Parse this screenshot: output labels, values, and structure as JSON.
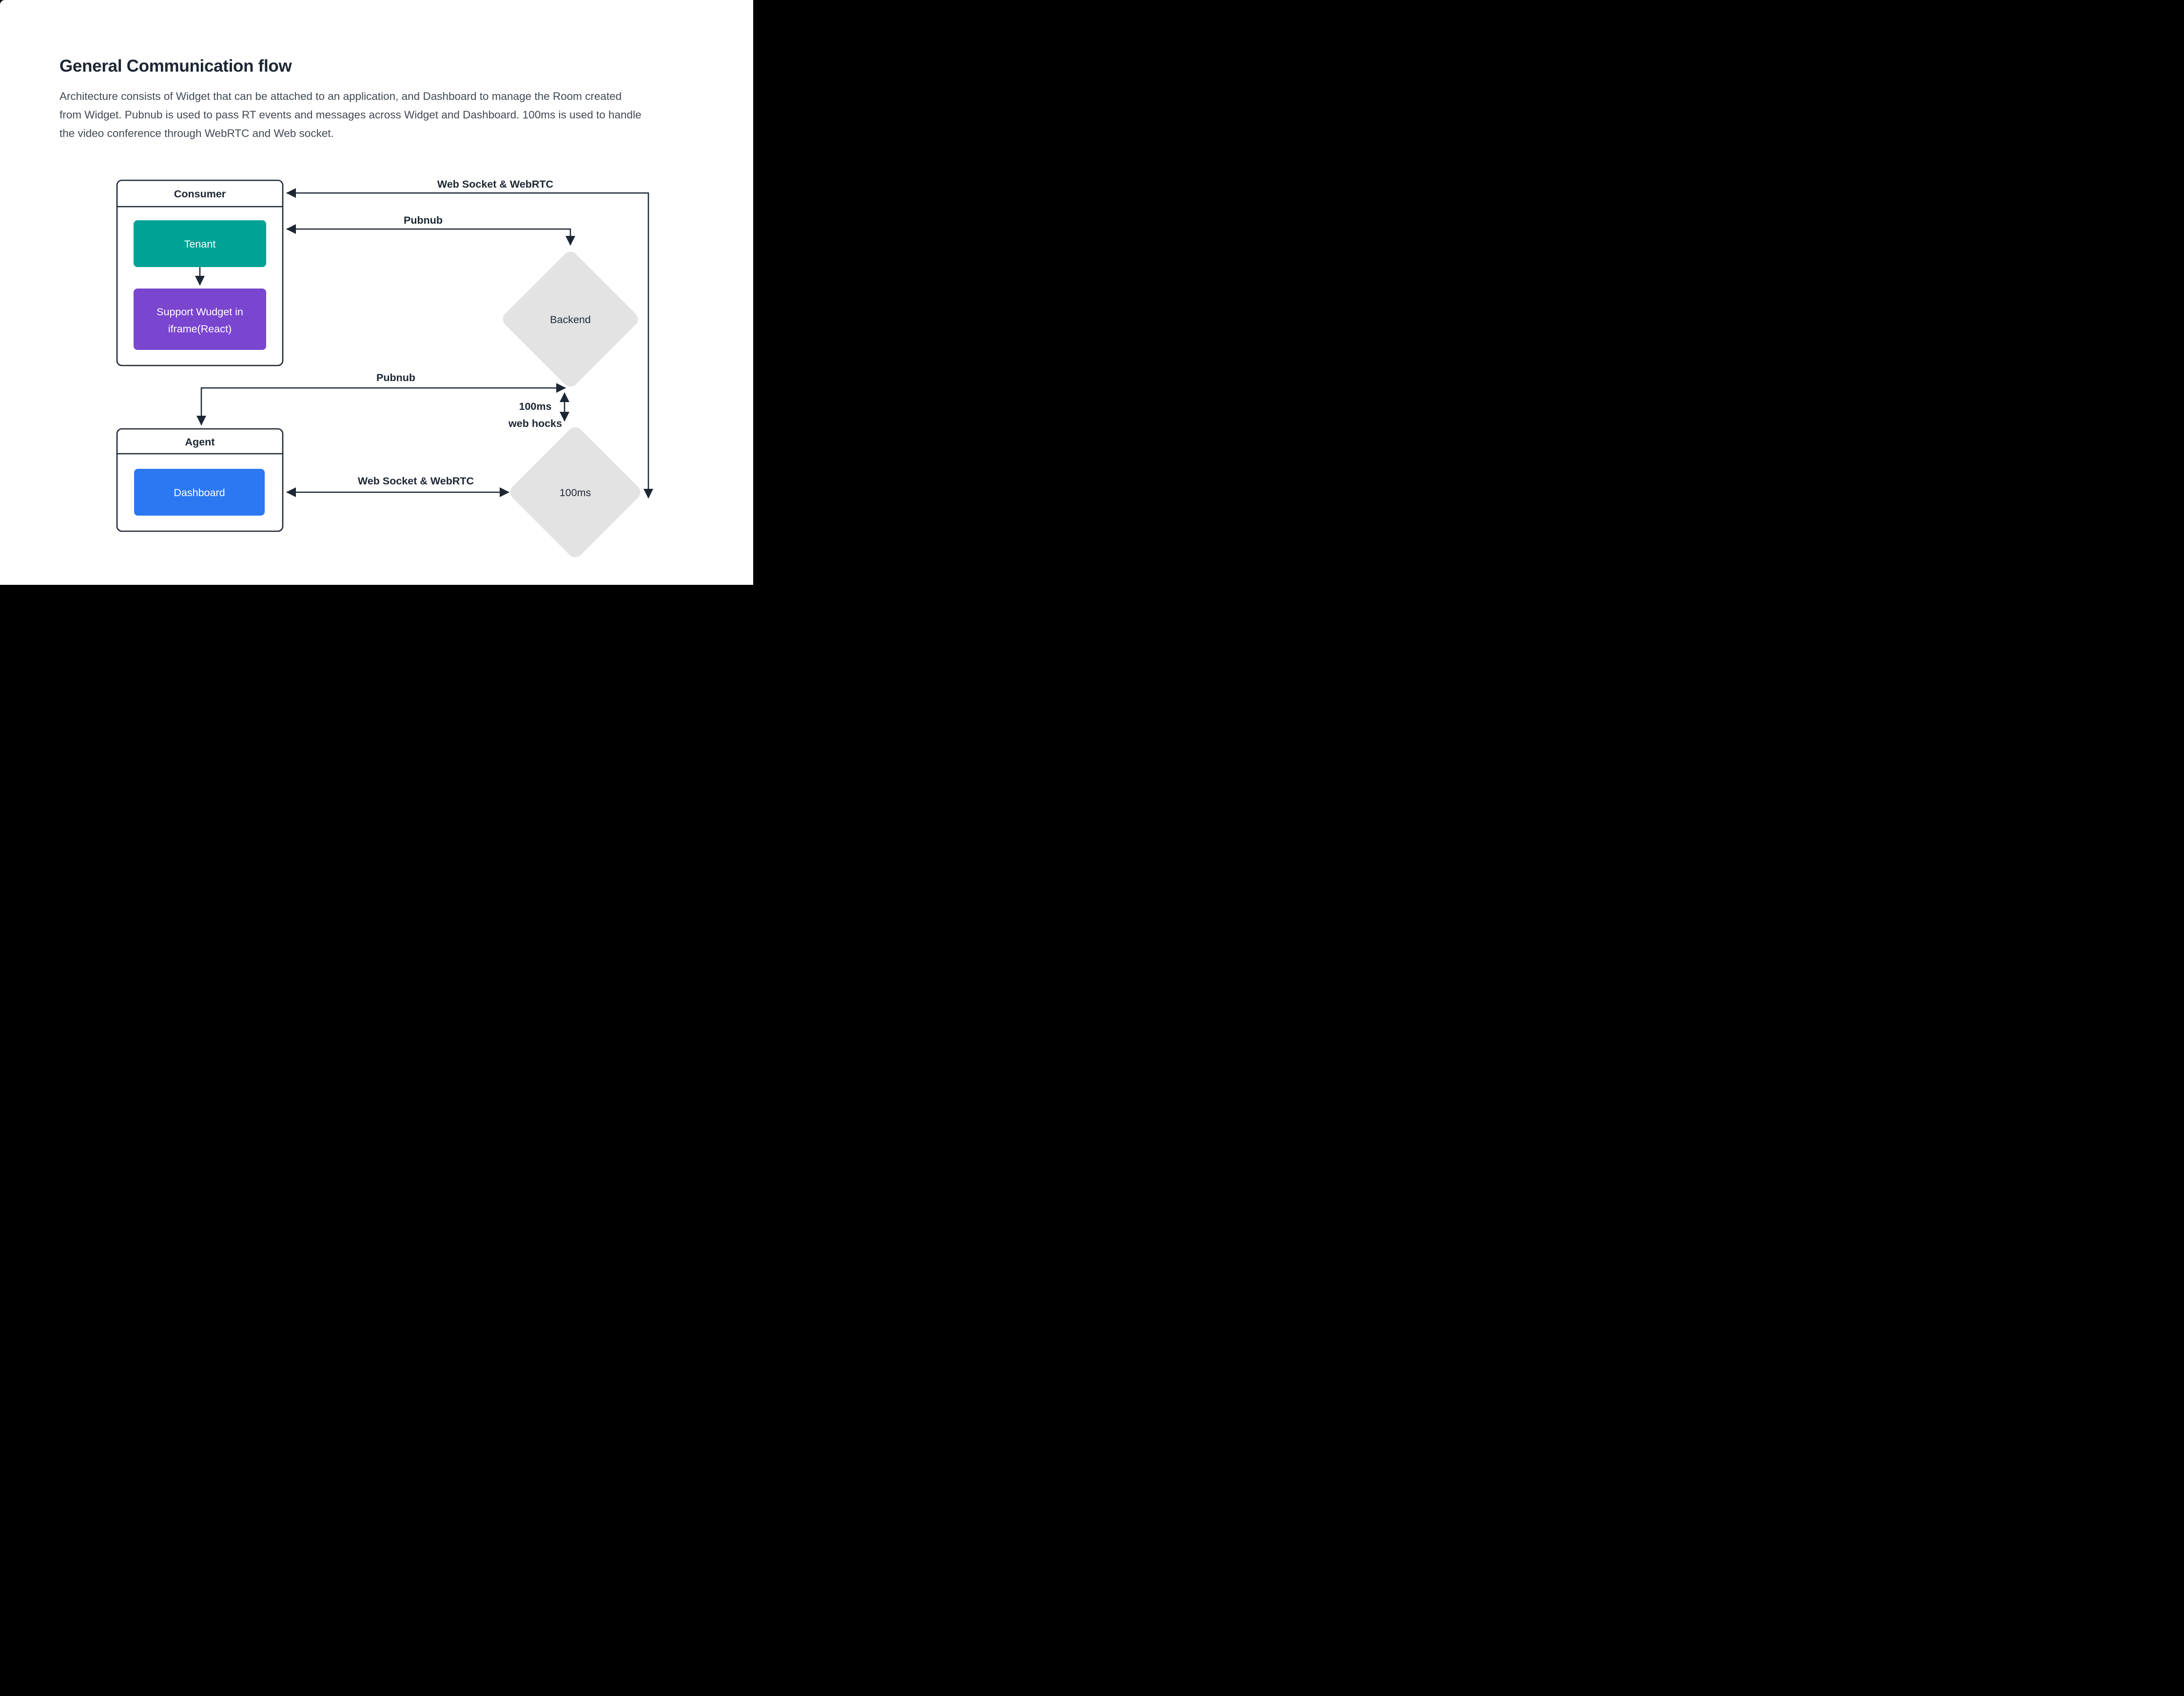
{
  "page": {
    "title": "General Communication flow",
    "description": "Architecture consists of Widget that can be attached to an application, and Dashboard to manage the Room created from Widget. Pubnub is used to pass RT events and messages across Widget and Dashboard. 100ms is used to handle the video conference through WebRTC and Web socket."
  },
  "diagram": {
    "consumer": {
      "title": "Consumer",
      "tenant_label": "Tenant",
      "widget_label_line1": "Support Wudget in",
      "widget_label_line2": "iframe(React)"
    },
    "agent": {
      "title": "Agent",
      "dashboard_label": "Dashboard"
    },
    "backend": {
      "label": "Backend"
    },
    "hundredms": {
      "label": "100ms"
    },
    "edges": {
      "websocket_top_label": "Web Socket & WebRTC",
      "pubnub_top_label": "Pubnub",
      "pubnub_mid_label": "Pubnub",
      "webhooks_label_line1": "100ms",
      "webhooks_label_line2": "web hocks",
      "websocket_bottom_label": "Web Socket & WebRTC"
    },
    "colors": {
      "tenant_fill": "#00A296",
      "widget_fill": "#7A45CF",
      "dashboard_fill": "#2B78F2",
      "diamond_fill": "#E3E3E3",
      "stroke": "#1D2633"
    }
  }
}
